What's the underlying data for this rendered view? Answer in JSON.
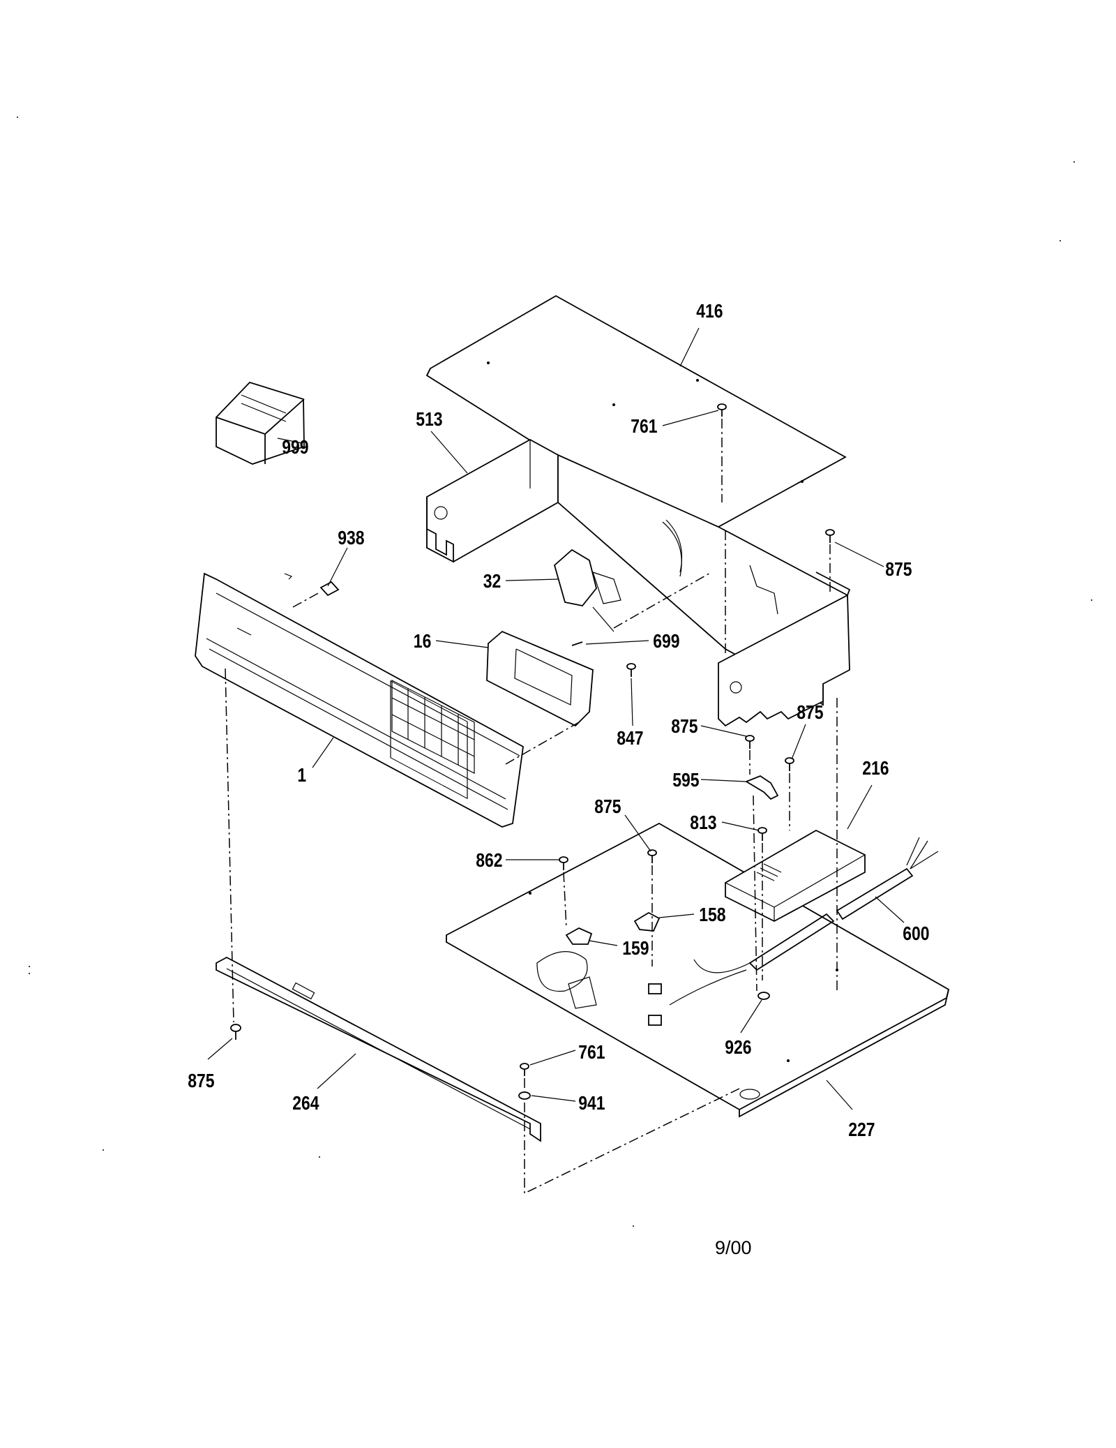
{
  "diagram": {
    "labels": {
      "p416": "416",
      "p513": "513",
      "p761a": "761",
      "p999": "999",
      "p938": "938",
      "p875a": "875",
      "p32": "32",
      "p16": "16",
      "p699": "699",
      "p847": "847",
      "p875b": "875",
      "p875c": "875",
      "p216": "216",
      "p595": "595",
      "p1": "1",
      "p813": "813",
      "p875d": "875",
      "p862": "862",
      "p158": "158",
      "p600": "600",
      "p159": "159",
      "p926": "926",
      "p761b": "761",
      "p941": "941",
      "p875e": "875",
      "p264": "264",
      "p227": "227"
    },
    "footer_date": "9/00"
  }
}
